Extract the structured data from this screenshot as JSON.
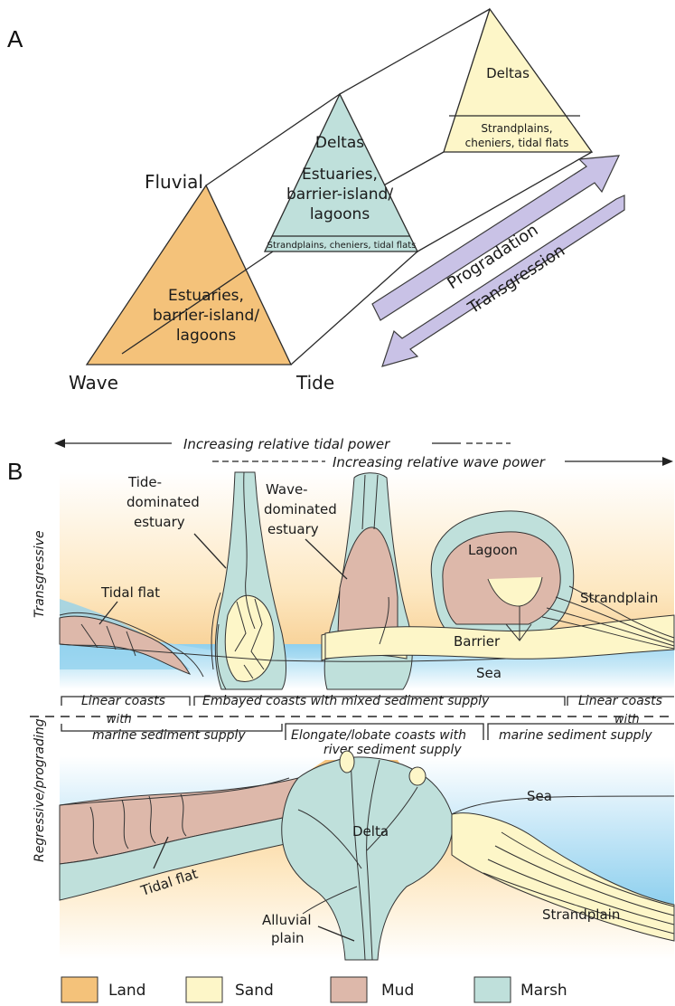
{
  "panel_a": {
    "letter": "A",
    "big_triangle": {
      "vertex_top": "Fluvial",
      "vertex_left": "Wave",
      "vertex_right": "Tide",
      "center": [
        "Estuaries,",
        "barrier-island/",
        "lagoons"
      ]
    },
    "mid_triangle": {
      "top": "Deltas",
      "center": [
        "Estuaries,",
        "barrier-island/",
        "lagoons"
      ],
      "base": "Strandplains, cheniers, tidal flats"
    },
    "small_triangle": {
      "top": "Deltas",
      "base": [
        "Strandplains,",
        "cheniers, tidal flats"
      ]
    },
    "arrows": {
      "up": "Progradation",
      "down": "Transgression"
    }
  },
  "panel_b": {
    "letter": "B",
    "tidal_power": "Increasing relative tidal power",
    "wave_power": "Increasing relative wave power",
    "side_top": "Transgressive",
    "side_bottom": "Regressive/prograding",
    "top_labels": {
      "tide_estuary": [
        "Tide-",
        "dominated",
        "estuary"
      ],
      "wave_estuary": [
        "Wave-",
        "dominated",
        "estuary"
      ],
      "lagoon": "Lagoon",
      "tidal_flat": "Tidal flat",
      "strandplain": "Strandplain",
      "barrier": "Barrier",
      "sea": "Sea"
    },
    "coast_types": {
      "linear_left": [
        "Linear coasts",
        "with",
        "marine sediment supply"
      ],
      "embayed": "Embayed coasts with mixed sediment supply",
      "linear_right": [
        "Linear coasts",
        "with",
        "marine sediment supply"
      ],
      "elongate": [
        "Elongate/lobate coasts with",
        "river sediment supply"
      ]
    },
    "bottom_labels": {
      "delta": "Delta",
      "sea": "Sea",
      "strandplain": "Strandplain",
      "tidal_flat": "Tidal flat",
      "alluvial": [
        "Alluvial",
        "plain"
      ]
    }
  },
  "legend": [
    {
      "label": "Land",
      "color": "#f4c27a"
    },
    {
      "label": "Sand",
      "color": "#fdf6c8"
    },
    {
      "label": "Mud",
      "color": "#ddb8aa"
    },
    {
      "label": "Marsh",
      "color": "#bfe0db"
    }
  ],
  "colors": {
    "land": "#f4c27a",
    "sand": "#fdf6c8",
    "mud": "#ddb8aa",
    "marsh": "#bfe0db",
    "sea": "#8fd0ee",
    "arrow": "#c9c2e6"
  }
}
